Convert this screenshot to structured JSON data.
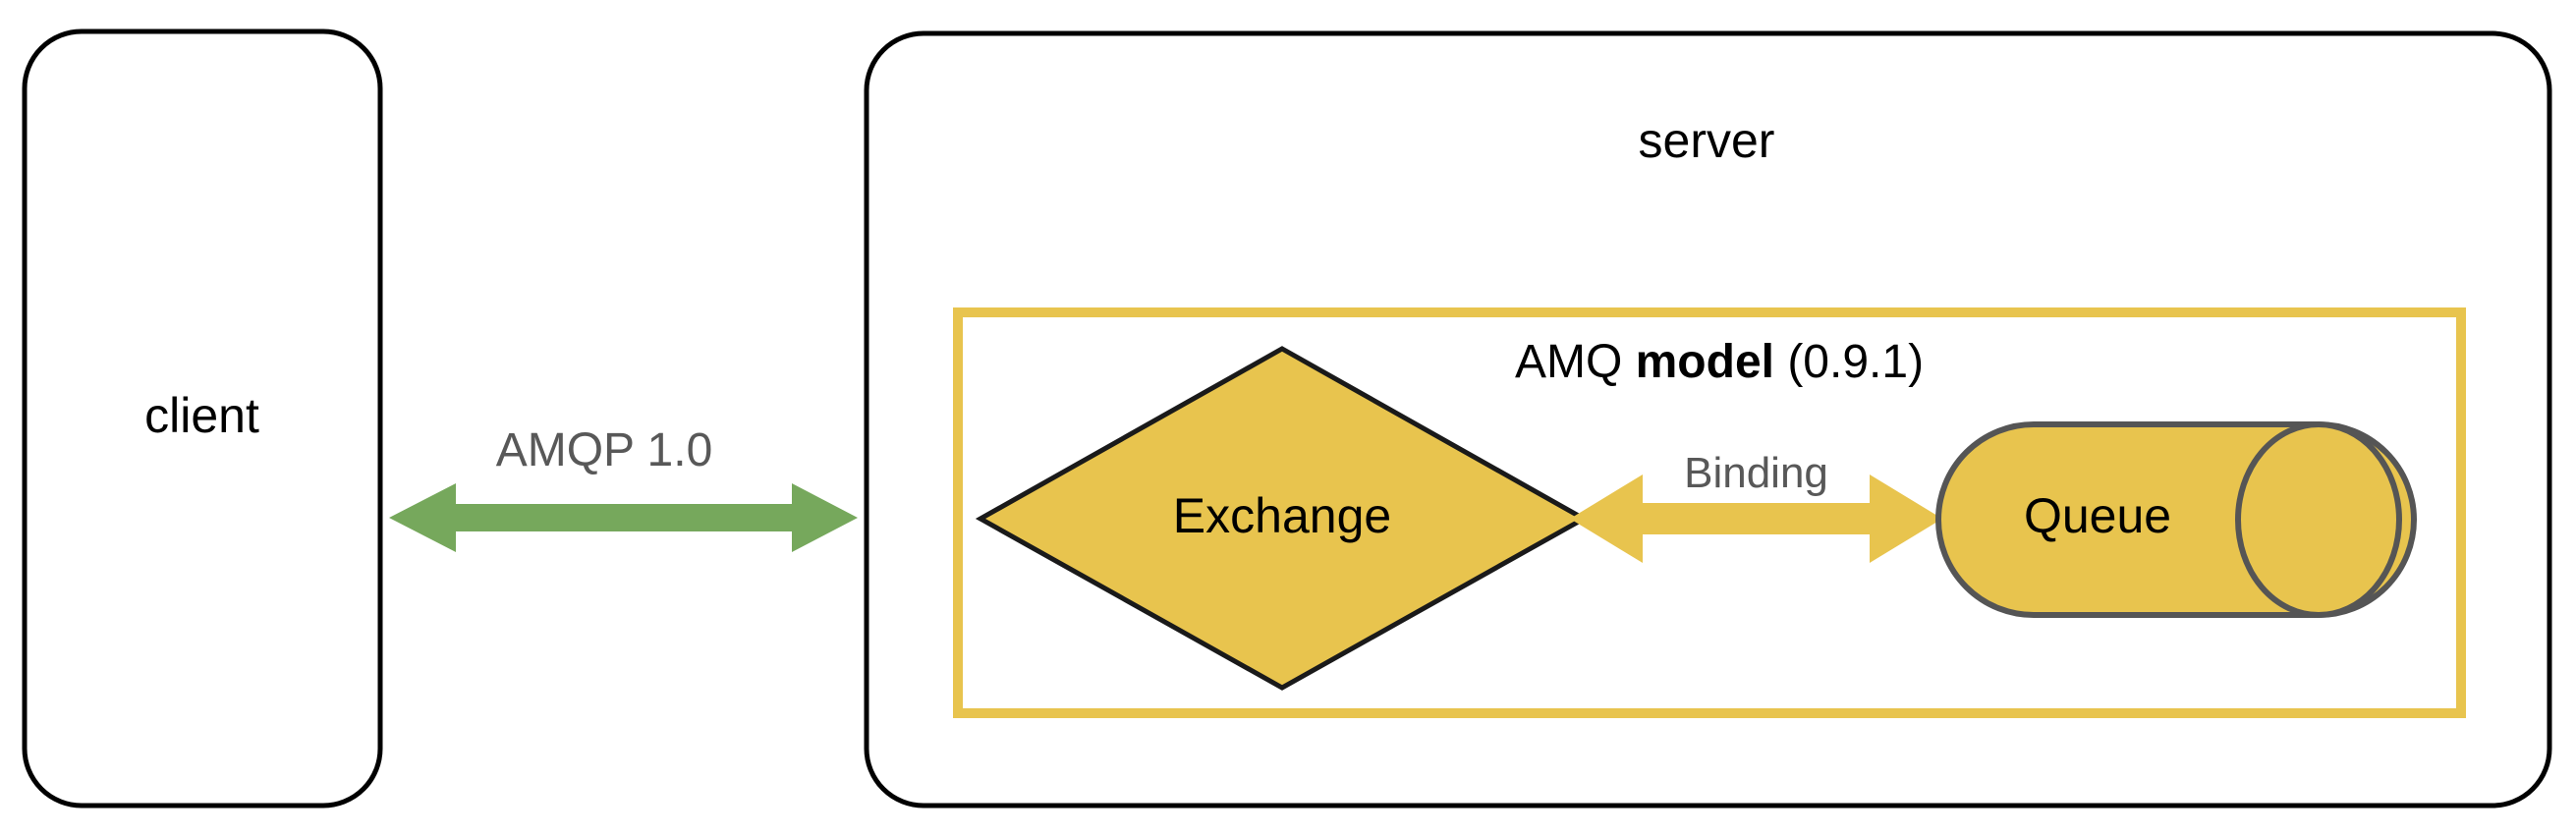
{
  "diagram": {
    "title": "AMQP 1.0 client-server with AMQ model",
    "colors": {
      "shape_fill": "#e8c44e",
      "shape_stroke": "#555555",
      "diamond_stroke": "#1a1a1a",
      "box_stroke": "#000000",
      "green_arrow": "#76a85c",
      "yellow_arrow": "#e8c44e",
      "label_gray": "#585858",
      "background": "#ffffff"
    },
    "nodes": {
      "client": {
        "label": "client",
        "shape": "rounded-rectangle"
      },
      "server": {
        "label": "server",
        "shape": "rounded-rectangle"
      },
      "amq_model": {
        "label_prefix": "AMQ ",
        "label_bold": "model",
        "label_suffix": " (0.9.1)",
        "shape": "rectangle-outline"
      },
      "exchange": {
        "label": "Exchange",
        "shape": "diamond"
      },
      "queue": {
        "label": "Queue",
        "shape": "cylinder"
      }
    },
    "edges": {
      "client_server": {
        "label": "AMQP 1.0",
        "direction": "bidirectional",
        "color": "#76a85c",
        "from": "client",
        "to": "server"
      },
      "exchange_queue": {
        "label": "Binding",
        "direction": "bidirectional",
        "color": "#e8c44e",
        "from": "exchange",
        "to": "queue"
      }
    }
  }
}
